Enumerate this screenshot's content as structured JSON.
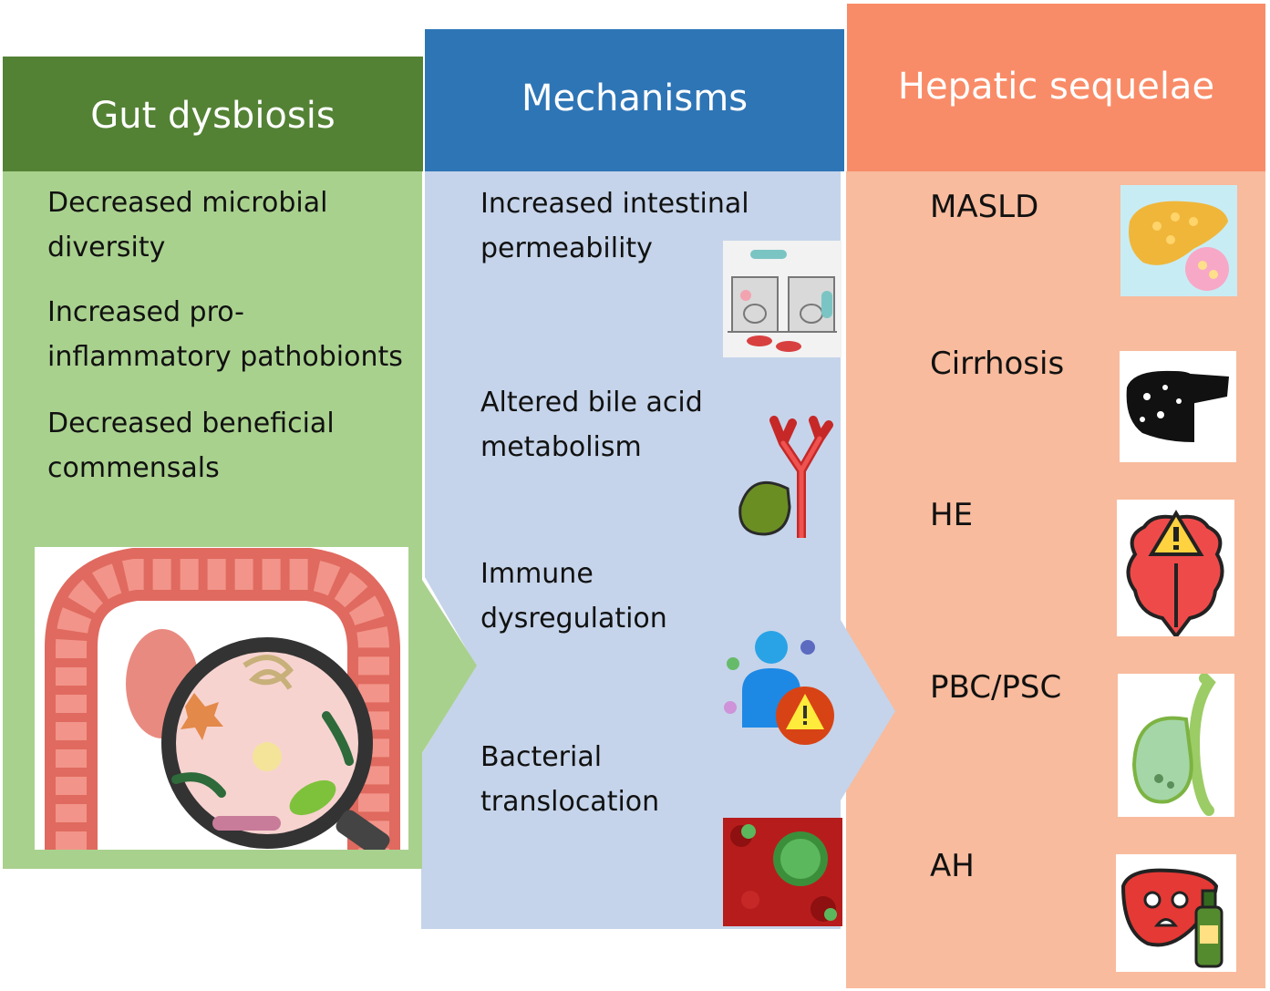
{
  "columns": {
    "gut": {
      "header": "Gut dysbiosis",
      "header_color": "#548235",
      "body_color": "#a9d18e",
      "items": [
        {
          "line1": "Decreased microbial",
          "line2": "diversity"
        },
        {
          "line1": "Increased pro-",
          "line2": "inflammatory pathobionts"
        },
        {
          "line1": "Decreased beneficial",
          "line2": "commensals"
        }
      ],
      "image_icon": "colon-magnifier-microbes-icon"
    },
    "mechanisms": {
      "header": "Mechanisms",
      "header_color": "#2e75b6",
      "body_color": "#c5d4ea",
      "items": [
        {
          "line1": "Increased intestinal",
          "line2": "permeability",
          "icon": "intestinal-epithelium-icon"
        },
        {
          "line1": "Altered bile acid",
          "line2": "metabolism",
          "icon": "gallbladder-bile-duct-icon"
        },
        {
          "line1": "Immune",
          "line2": "dysregulation",
          "icon": "immune-warning-icon"
        },
        {
          "line1": "Bacterial",
          "line2": "translocation",
          "icon": "bacteria-in-blood-icon"
        }
      ]
    },
    "hepatic": {
      "header": "Hepatic sequelae",
      "header_color": "#f98c68",
      "body_color": "#f8bb9d",
      "items": [
        {
          "label": "MASLD",
          "icon": "fatty-liver-icon"
        },
        {
          "label": "Cirrhosis",
          "icon": "cirrhotic-liver-icon"
        },
        {
          "label": "HE",
          "icon": "brain-warning-icon"
        },
        {
          "label": "PBC/PSC",
          "icon": "bile-duct-gallbladder-icon"
        },
        {
          "label": "AH",
          "icon": "liver-alcohol-icon"
        }
      ]
    }
  }
}
